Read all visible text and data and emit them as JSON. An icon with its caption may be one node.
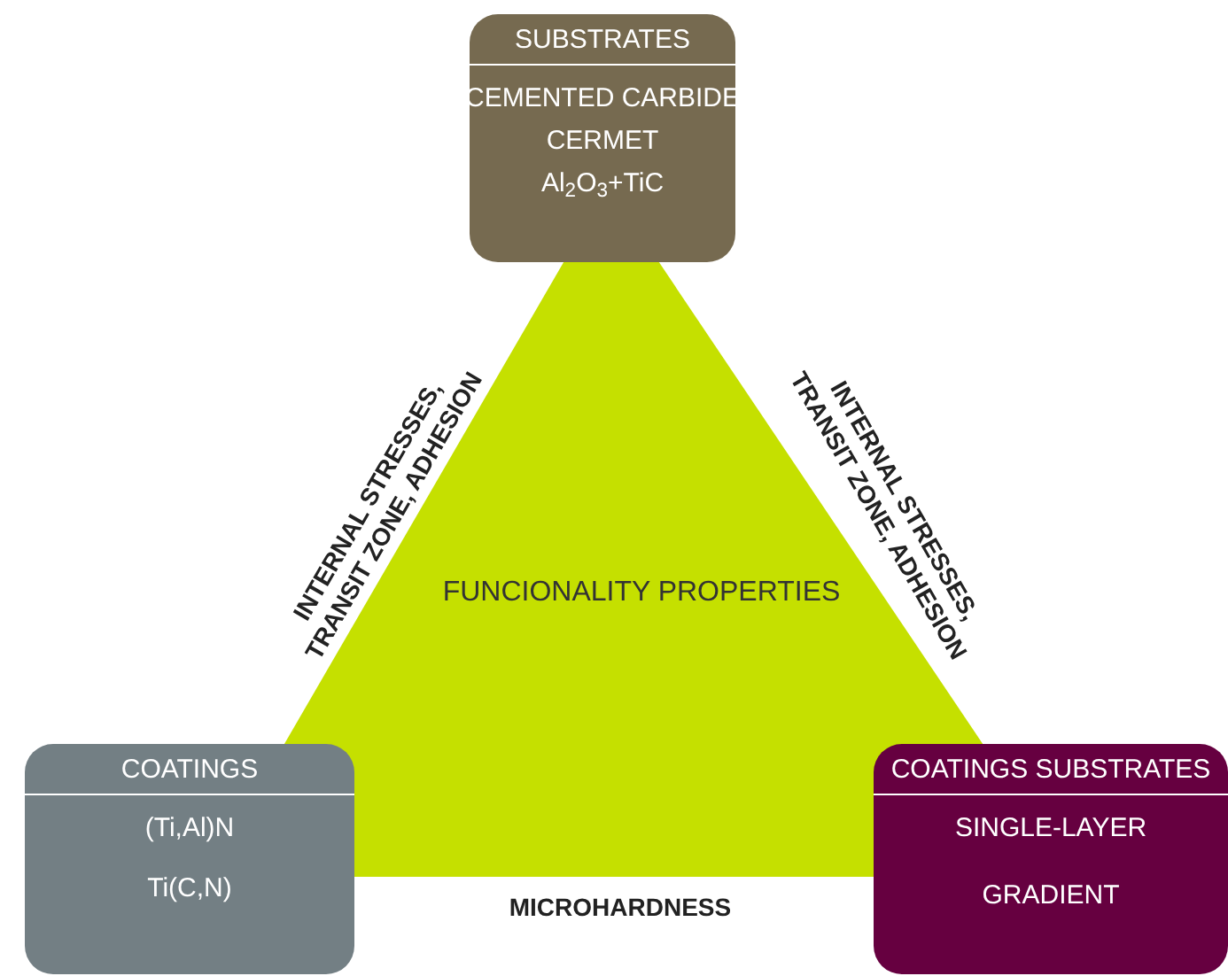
{
  "diagram": {
    "nodes": [
      {
        "text": [
          "SUBSTRATES",
          "CEMENTED CARBIDE",
          "CERMET",
          "Al$_{2}$O$_{3}$+TiC"
        ]
      },
      {
        "text": [
          "FUNCIONALITY PROPERTIES"
        ]
      },
      {
        "text": [
          "COATINGS",
          "(Ti,Al)N",
          "Ti(C,N)"
        ]
      },
      {
        "text": [
          "COATINGS SUBSTRATES",
          "SINGLE-LAYER",
          "GRADIENT"
        ]
      }
    ],
    "labels": [
      "INTERNAL STRESSES, TRANSIT ZONE, ADHESION",
      "INTERNAL STRESSES, TRANSIT ZONE, ADHESION",
      "MICROHARDNESS"
    ]
  }
}
